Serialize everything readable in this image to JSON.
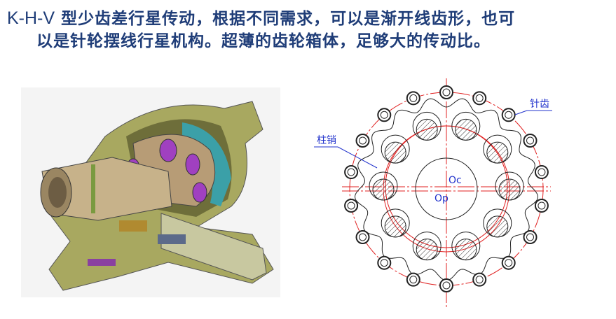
{
  "title": {
    "prefix": "K-H-V",
    "line1_rest": "型少齿差行星传动，根据不同需求，可以是渐开线齿形，也可",
    "line2": "以是针轮摆线行星机构。超薄的齿轮箱体，足够大的传动比。"
  },
  "diagram": {
    "pin_tooth_label": "针齿",
    "pin_label": "柱销",
    "center_c_label": "Oc",
    "center_p_label": "Op",
    "pin_tooth_count": 18,
    "column_pin_count": 10,
    "colors": {
      "centerline": "#e02020",
      "label": "#2233cc",
      "outline": "#222222"
    }
  }
}
